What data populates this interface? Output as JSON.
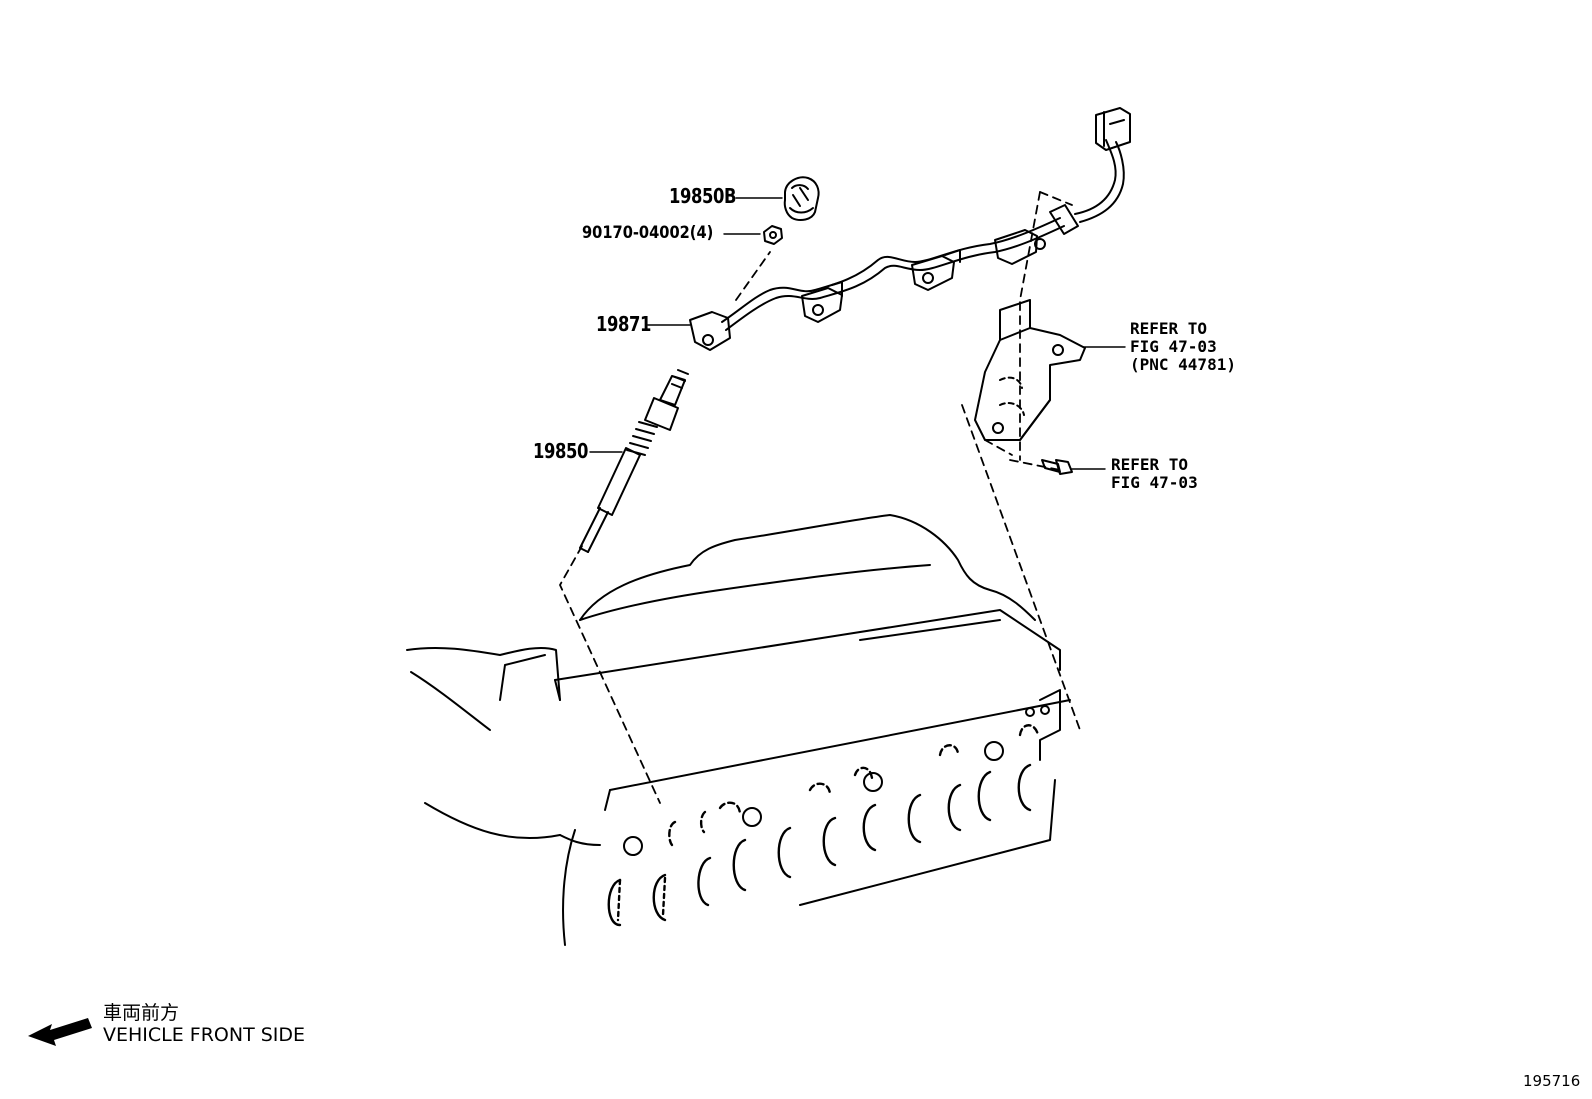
{
  "labels": {
    "part_19850B": "19850B",
    "part_90170": "90170-04002(4)",
    "part_19871": "19871",
    "part_19850": "19850",
    "refer_bracket": [
      "REFER TO",
      "FIG 47-03",
      "(PNC 44781)"
    ],
    "refer_bolt": [
      "REFER TO",
      "FIG 47-03"
    ]
  },
  "orientation": {
    "japanese": "車両前方",
    "english": "VEHICLE FRONT SIDE"
  },
  "figure_number": "195716"
}
